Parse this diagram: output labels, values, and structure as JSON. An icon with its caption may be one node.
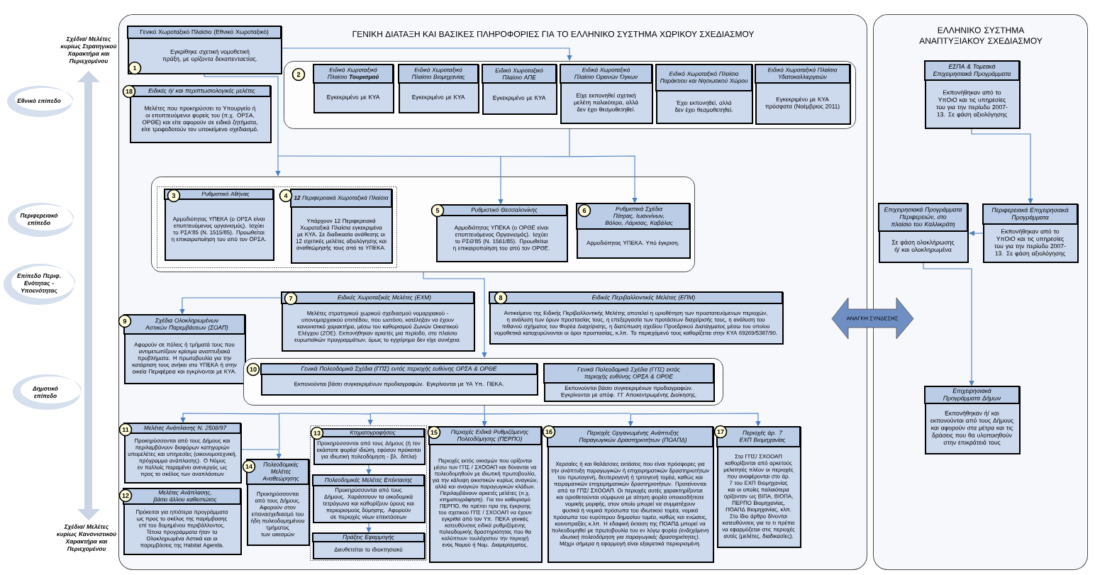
{
  "diagram": {
    "nodes": [
      {
        "text": [
          "ΓΕΝΙΚΗ ΔΙΑΤΑΞΗ ΚΑΙ ΒΑΣΙΚΕΣ ΠΛΗΡΟΦΟΡΙΕΣ ΓΙΑ ΤΟ ΕΛΛΗΝΙΚΟ ΣΥΣΤΗΜΑ ΧΩΡΙΚΟΥ ΣΧΕΔΙΑΣΜΟΥ"
        ]
      },
      {
        "text": [
          "1",
          "Γενικό Χωροταξικό Πλαίσιο (Εθνικό Χωροταξικό)",
          "Εγκρίθηκε σχετική νομοθετική πράξη, με ορίζοντα δεκαπενταετίας."
        ],
        "in": 0
      },
      {
        "text": [
          "2"
        ],
        "in": 0
      },
      {
        "text": [
          "Ειδικό Χωροταξικό Πλαίσιο **Τουρισμού**",
          "Εγκεκριμένο με ΚΥΑ"
        ],
        "in": 2
      },
      {
        "text": [
          "Ειδικό Χωροταξικό Πλαίσιο Βιομηχανίας",
          "Εγκεκριμένο με ΚΥΑ"
        ],
        "in": 2
      },
      {
        "text": [
          "Ειδικό Χωροταξικό Πλαίσιο ΑΠΕ",
          "Εγκεκριμένο με ΚΥΑ"
        ],
        "in": 2
      },
      {
        "text": [
          "Ειδικό Χωροταξικό Πλαίσιο Ορεινών Όγκων",
          "Είχε εκπονηθεί σχετική μελέτη παλαιότερα, αλλά δεν έχει θεσμοθετηθεί."
        ],
        "in": 2
      },
      {
        "text": [
          "Ειδικό Χωροταξικό Πλαίσιο Παράκτιου και Νησιωτικού Χώρου",
          "Έχει εκπονηθεί, αλλά δεν έχει θεσμοθετηθεί."
        ],
        "in": 2
      },
      {
        "text": [
          "Ειδικό Χωροταξικό Πλαίσιο Υδατοκαλλιεργειών",
          "Εγκεκριμένο με ΚΥΑ πρόσφατα (Νοέμβριος 2011)"
        ],
        "in": 2
      },
      {
        "text": [
          "18",
          "Ειδικές ή/ και περιπτωσιολογικές μελέτες",
          "Μελέτες που προκηρύσσει το Υπουργείο ή οι εποπτευόμενοι φορείς του (π.χ. ΟΡΣΑ, ΟΡΘΕ) και είτε αφορούν σε ειδικά ζητήματα, είτε τροφοδοτούν τον υποκείμενο σχεδιασμό."
        ],
        "in": 0
      },
      {
        "text": [],
        "shape": "box",
        "in": 0
      },
      {
        "text": [],
        "shape": "box",
        "in": 10
      },
      {
        "text": [
          "3",
          "Ρυθμιστικό Αθήνας",
          "Αρμοδιότητας ΥΠΕΚΑ (ο ΟΡΣΑ είναι εποπτευόμενος οργανισμός). Ισχύει το ΡΣΑ'85 (Ν. 1515/85). Προωθείται η επικαιροποίηση του από τον ΟΡΣΑ."
        ],
        "in": 11
      },
      {
        "text": [
          "4",
          "**12** Περιφερειακά Χωροταξικά Πλαίσια",
          "Υπάρχουν 12 Περιφερειακά Χωροταξικά Πλαίσια εγκεκριμένα με ΚΥΑ. Σε διαδικασία ανάθεσης οι 12 σχετικές μελέτες αξιολόγησης και αναθεώρησής τους από το ΥΠΕΚΑ."
        ],
        "in": 11
      },
      {
        "text": [
          "5",
          "Ρυθμιστικό Θεσσαλονίκης",
          "Αρμοδιότητας ΥΠΕΚΑ (ο ΟΡΘΕ είναι εποπτευόμενος Οργανισμός). Ισχύει το ΡΣΘ'85 (Ν. 1561/85). Προωθείται η επικαιροποίηση του από τον ΟΡΘΕ."
        ],
        "in": 10
      },
      {
        "text": [
          "6",
          "Ρυθμιστικά Σχέδια Πάτρας, Ιωαννίνων, Βόλου, Λάρισας, Καβάλας",
          "Αρμοδιότητας ΥΠΕΚΑ. Υπό έγκριση."
        ],
        "in": 10
      },
      {
        "text": [
          "7",
          "Ειδικές Χωροταξικές Μελέτες (ΕΧΜ)",
          "Μελέτες στρατηγικού χωρικού σχεδιασμού νομαρχιακού - υπονομαρχιακού επιπέδου, που ωστόσο, κατέληξαν να έχουν κανονιστικό χαρακτήρα, μέσω του καθορισμού Ζωνών Οικιστικού Ελέγχου (ΖΟΕ). Εκπονήθηκαν αρκετές μια περίοδο, στο πλαίσιο ευρωπαϊκών προγραμμάτων, όμως το εγχείρημα δεν είχε συνέχεια."
        ],
        "in": 0
      },
      {
        "text": [
          "8",
          "Ειδικές Περιβαλλοντικές Μελέτες (ΕΠΜ)",
          "Αντικείμενο της Ειδικής Περιβαλλοντικής Μελέτης αποτελεί η οριοθέτηση των προστατευόμενων περιοχών, η ανάλυση των όρων προστασίας τους, η επεξεργασία των προτάσεων διαχείρισής τους, η ανάλυση του πιθανού σχήματος του Φορέα Διαχείρισης, η διατύπωση σχεδίου Προεδρικού Διατάγματος μέσω του οποίου νομοθετικά κατοχυρώνονται οι όροι προστασίας, κ.λπ. Το περιεχόμενό τους καθορίζεται στην ΚΥΑ 69269/5387/90."
        ],
        "in": 0
      },
      {
        "text": [
          "9",
          "Σχέδια Ολοκληρωμένων Αστικών Παρεμβάσεων (ΣΟΑΠ)",
          "Αφορούν σε πόλεις ή τμήματά τους που αντιμετωπίζουν κρίσιμα αναπτυξιακά προβλήματα. Η πρωτοβουλία για την κατάρτιση τους ανήκει στο ΥΠΕΚΑ ή στην οικεία Περιφέρεια και εγκρίνονται με ΚΥΑ."
        ],
        "in": 0
      },
      {
        "text": [],
        "shape": "box",
        "in": 0
      },
      {
        "text": [
          "10",
          "Γενικά Πολεοδομικά Σχέδια (ΓΠΣ) εντός περιοχής ευθύνης ΟΡΣΑ & ΟΡΘΕ",
          "Εκπονούνται βάσει συγκεκριμένων προδιαγραφών. Εγκρίνονται με ΥΑ Υπ. ΠΕΚΑ."
        ],
        "in": 19
      },
      {
        "text": [
          "Γενικά Πολεοδομικά Σχέδια (ΓΠΣ) εκτός περιοχής ευθύνης ΟΡΣΑ & ΟΡΘΕ",
          "Εκπονούνται βάσει συγκεκριμένων προδιαγραφών. Εγκρίνονται με απόφ. ΓΓ Αποκεντρωμένης Διοίκησης."
        ],
        "in": 19
      },
      {
        "text": [
          "11",
          "Μελέτες Ανάπλασης Ν. 2508/97",
          "Προκηρύσσονται από τους Δήμους και περιλαμβάνουν διαφόρων κατηγοριών υπομελέτες και υπηρεσίες (οικονομοτεχνική, πρόγραμμα ανάπλασης). Ο Νόμος εν πολλοίς παραμένει ανενεργός ως προς το σκέλος των αναπλάσεων"
        ],
        "in": 0
      },
      {
        "text": [
          "12",
          "Μελέτες Ανάπλασης, βάσει άλλου καθεστώτος",
          "Πρόκειται για ηπιότερα προγράμματα ως προς το σκέλος της παρέμβασης επί του δομημένου περιβάλλοντος. Τέτοια προγράμματα ήταν τα Ολοκληρωμένα Αστικά και οι παρεμβάσεις της Habitat Agenda."
        ],
        "in": 0
      },
      {
        "text": [
          "14",
          "Πολεοδομικές Μελέτες Αναθεώρησης",
          "Προκηρύσσονται από τους Δήμους. Αφορούν στον επανασχεδιασμό του ήδη πολεοδομημένου τμήματος των οικισμών"
        ],
        "in": 0
      },
      {
        "text": [],
        "shape": "box",
        "in": 0
      },
      {
        "text": [
          "13",
          "Κτηματογραφήσεις",
          "Προκηρύσσονται από τους Δήμους (ή τον εκάστοτε φορέα/ ιδιώτη, εφόσον πρόκειται για ιδιωτική πολεοδόμηση - βλ. δίπλα)"
        ],
        "in": 25
      },
      {
        "text": [
          "Πολεοδομικές Μελέτες Επέκτασης",
          "Προκηρύσσονται από τους Δήμους. Χαράσσουν τα οικοδομικά τετράγωνα και καθορίζουν όρους και περιορισμούς δόμησης. Αφορούν σε περιοχές νέων επεκτάσεων"
        ],
        "in": 25
      },
      {
        "text": [
          "Πράξεις Εφαρμογής",
          "Διευθετείται το ιδιοκτησιακό"
        ],
        "in": 25
      },
      {
        "text": [
          "15",
          "Περιοχές Ειδικά Ρυθμιζόμενης Πολεοδόμησης (ΠΕΡΠΟ)",
          "Περιοχές εκτός οικισμών που ορίζονται μέσω των ΓΠΣ / ΣΧΟΟΑΠ και δύνανται να πολεοδομηθούν με ιδιωτική πρωτοβουλία, για την κάλυψη οικιστικών κυρίως αναγκών, αλλά και αναγκών παραγωγικών κλάδων. Περιλαμβάνουν αρκετές μελέτες (π.χ. κτηματογράφηση). Για τον καθορισμό ΠΕΡΠΟ, θα πρέπει προ της έγκρισης του σχετικού ΓΠΣ / ΣΧΟΟΑΠ να έχουν εγκριθεί από τον Υπ. ΠΕΚΑ γενικές κατευθύνσεις ειδικά ρυθμιζόμενης πολεοδομικής δραστηριότητας που θα καλύπτουν τουλάχιστον την περιοχή ενός Νομού ή Νομ. Διαμερίσματος."
        ],
        "in": 0
      },
      {
        "text": [
          "16",
          "Περιοχές Οργανωμένης Ανάπτυξης Παραγωγικών Δραστηριοτήτων (ΠΟΑΠΔ)",
          "Χερσαίες ή και θαλάσσιες εκτάσεις που είναι πρόσφορες για την ανάπτυξη παραγωγικών ή επιχειρηματικών δραστηριοτήτων του πρωτογενή, δευτερογενή ή τριτογενή τομέα, καθώς και πειραματικών επιχειρηματικών δραστηριοτήτων. Προτείνονται από τα ΓΠΣ/ ΣΧΟΟΑΠ. Οι περιοχές αυτές χαρακτηρίζονται και οριοθετούνται σύμφωνα με αίτηση φορέα οποιασδήποτε νομικής μορφής, στον οποίο μπορεί να συμμετέχουν φυσικά ή νομικά πρόσωπα του ιδιωτικού τομέα, νομικά πρόσωπα του ευρύτερου δημοσίου τομέα, καθώς και ενώσεις, κοινοπραξίες κ.λπ. Η εδαφική έκταση της ΠΟΑΠΔ μπορεί να πολεοδομηθεί με πρωτοβουλία του εν λόγω φορέα *(ενδεχόμενη ιδιωτική πολεοδόμηση για παραγωγικές δραστηριότητες)*. Μέχρι σήμερα η εφαρμογή είναι εξαιρετικά περιορισμένη."
        ],
        "in": 0
      },
      {
        "text": [
          "17",
          "Περιοχές άρ. 7 ΕΧΠ Βιομηχανίας",
          "Στα ΓΠΣ/ ΣΧΟΟΑΠ καθορίζονται από αρκετούς μελετητές πλέον οι περιοχές που αναφέρονται στο άρ. 7 του ΕΧΠ Βιομηχανίας και οι οποίες παλαιότερα ορίζονταν ως ΒΙΠΑ, ΒΙΟΠΑ, ΠΕΡΠΟ Βιομηχανίας, ΠΟΑΠΔ Βιομηχανίας, κλπ. Στο ίδιο άρθρο δίνονται κατευθύνσεις για το τι πρέπει να εφαρμόζεται στις περιοχές αυτές (μελέτες, διαδικασίες)."
        ],
        "in": 0
      },
      {
        "text": [
          "ΕΛΛΗΝΙΚΟ ΣΥΣΤΗΜΑ ΑΝΑΠΤΥΞΙΑΚΟΥ ΣΧΕΔΙΑΣΜΟΥ"
        ]
      },
      {
        "text": [
          "ΕΣΠΑ & Τομεακά Επιχειρησιακά Προγράμματα",
          "Εκπονήθηκαν από το ΥπΟιΟ και τις υπηρεσίες του για την περίοδο 2007-13. Σε φάση αξιολόγησης"
        ],
        "in": 32
      },
      {
        "text": [
          "Επιχειρησιακά Προγράμματα Περιφερειών, στο πλαίσιο του Καλλικράτη",
          "Σε φάση ολοκλήρωσης ή/ και ολοκληρωμένα"
        ],
        "in": 32
      },
      {
        "text": [
          "Περιφερειακά Επιχειρησιακά Προγράμματα",
          "Εκπονήθηκαν από το ΥπΟιΟ και τις υπηρεσίες του για την περίοδο 2007-13. Σε φάση αξιολόγησης"
        ],
        "in": 32
      },
      {
        "text": [
          "Επιχειρησιακά Προγράμματα Δήμων",
          "Εκπονήθηκαν ή/ και εκπονούνται από τους Δήμους και αφορούν στα μέτρα και τις δράσεις που θα υλοποιηθούν στην επικράτειά τους"
        ],
        "in": 32
      }
    ],
    "edges": [
      {
        "from": 1,
        "to": 2,
        "arrow": "to"
      },
      {
        "from": 1,
        "to": 10,
        "arrow": "to"
      },
      {
        "from": 2,
        "to": 14,
        "arrow": "to"
      },
      {
        "from": 2,
        "to": 15,
        "arrow": "to"
      },
      {
        "from": 10,
        "to": 19,
        "arrow": "to"
      },
      {
        "from": 16,
        "to": 18,
        "arrow": "to"
      },
      {
        "from": 19,
        "to": 22,
        "arrow": "to"
      },
      {
        "from": 19,
        "to": 25,
        "arrow": "to"
      },
      {
        "from": 19,
        "to": 24,
        "arrow": "to"
      },
      {
        "from": 19,
        "to": 29,
        "arrow": "to"
      },
      {
        "from": 19,
        "to": 30,
        "arrow": "to"
      },
      {
        "from": 19,
        "to": 31,
        "arrow": "to"
      },
      {
        "from": 22,
        "to": 24,
        "arrow": "to"
      },
      {
        "from": 26,
        "to": 27,
        "arrow": "to"
      },
      {
        "from": 27,
        "to": 28,
        "arrow": "to"
      },
      {
        "from": 33,
        "to": 35,
        "arrow": "to"
      },
      {
        "from": 35,
        "to": 34,
        "arrow": "to"
      },
      {
        "from": 34,
        "to": 36,
        "arrow": "to"
      },
      {
        "from": 0,
        "to": 32,
        "arrow": "both",
        "label": "ΑΝΑΓΚΗ ΣΥΝΔΕΣΗΣ",
        "style": "thick",
        "color": "#6f8fc4"
      }
    ],
    "labels": [
      "Σχέδια/ Μελέτες κυρίως Στρατηγικού Χαρακτήρα και Περιεχομένου",
      "Εθνικό επίπεδο",
      "Περιφερειακό επίπεδο",
      "Επίπεδο Περιφ. Ενότητας - Υποενότητας",
      "Δημοτικό επίπεδο",
      "Σχέδια/ Μελέτες κυρίως Κανονιστικού Χαρακτήρα και Περιεχομένου"
    ]
  }
}
